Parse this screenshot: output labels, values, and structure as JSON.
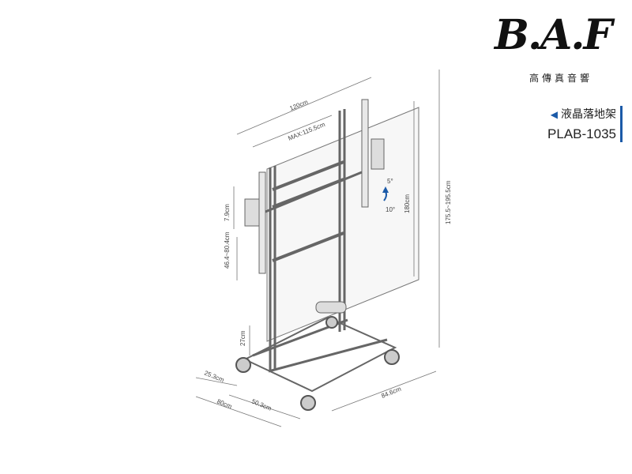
{
  "brand": {
    "logo_text": "B.A.F",
    "subtitle": "高傳真音響"
  },
  "product": {
    "category": "液晶落地架",
    "model": "PLAB-1035"
  },
  "dimensions": {
    "width_total": "120cm",
    "width_max": "MAX:115.5cm",
    "height_overall": "175.5~195.5cm",
    "height_panel": "180cm",
    "rail_spacing": "7.9cm",
    "vertical_range": "46.4~80.4cm",
    "base_height": "27cm",
    "wheel_offset": "25.3cm",
    "base_depth": "80cm",
    "base_inner": "50.3cm",
    "base_width": "84.6cm",
    "tilt_up": "5°",
    "tilt_down": "10°"
  },
  "colors": {
    "accent": "#1b5aa8",
    "line": "#555555"
  }
}
